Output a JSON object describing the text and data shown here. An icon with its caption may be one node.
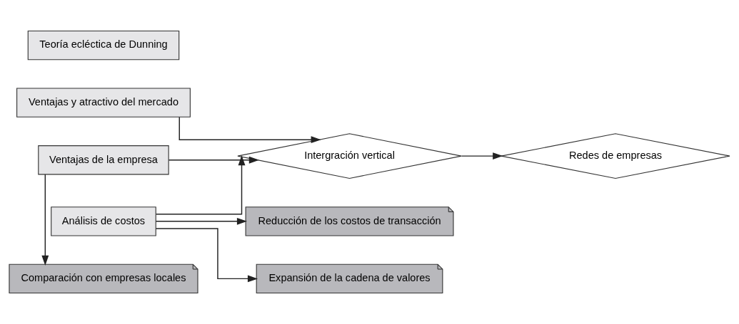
{
  "diagram": {
    "nodes": [
      {
        "text": [
          "Ventajas y atractivo del mercado"
        ]
      },
      {
        "text": [
          "Análisis de costos"
        ]
      },
      {
        "text": [
          "Reducción de los costos de transacción"
        ]
      },
      {
        "text": [
          "Intergración vertical"
        ]
      },
      {
        "text": [
          "Expansión de la cadena de valores"
        ]
      },
      {
        "text": [
          "Comparación con empresas locales"
        ]
      },
      {
        "text": [
          "Ventajas de la empresa"
        ]
      },
      {
        "text": [
          "Redes de empresas"
        ]
      },
      {
        "text": [
          "Teoría ecléctica de Dunning"
        ]
      }
    ],
    "edges": [
      {
        "from": 1,
        "to": 2,
        "arrow": "to"
      },
      {
        "from": 1,
        "to": 3,
        "arrow": "to"
      },
      {
        "from": 1,
        "to": 4,
        "arrow": "to"
      },
      {
        "from": 0,
        "to": 3,
        "arrow": "to"
      },
      {
        "from": 6,
        "to": 5,
        "arrow": "to"
      },
      {
        "from": 6,
        "to": 3,
        "arrow": "to"
      },
      {
        "from": 3,
        "to": 7,
        "arrow": "to"
      }
    ]
  }
}
